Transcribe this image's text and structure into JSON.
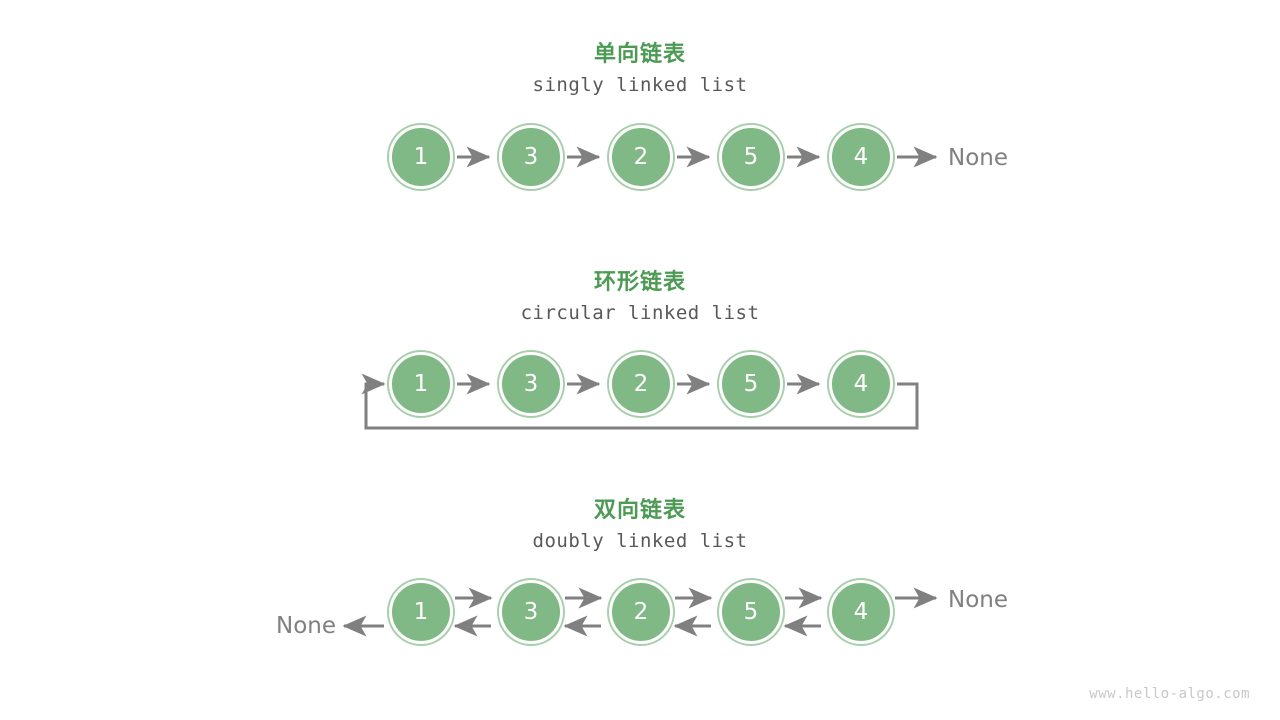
{
  "page": {
    "background": "#ffffff",
    "watermark": "www.hello-algo.com"
  },
  "colors": {
    "node_fill": "#80b886",
    "node_ring": "#a8cfab",
    "node_text": "#ffffff",
    "title_green": "#4c9a54",
    "subtitle_gray": "#595959",
    "arrow_gray": "#808080",
    "none_gray": "#808080",
    "watermark_gray": "#c8c8c8"
  },
  "sections": [
    {
      "id": "singly",
      "title_cn": "单向链表",
      "title_en": "singly linked list",
      "nodes": [
        "1",
        "3",
        "2",
        "5",
        "4"
      ],
      "tail_label": "None",
      "head_label": null,
      "arrows": "forward-only",
      "terminator_right": "None"
    },
    {
      "id": "circular",
      "title_cn": "环形链表",
      "title_en": "circular linked list",
      "nodes": [
        "1",
        "3",
        "2",
        "5",
        "4"
      ],
      "tail_label": null,
      "head_label": null,
      "arrows": "forward-with-loopback",
      "terminator_right": null
    },
    {
      "id": "doubly",
      "title_cn": "双向链表",
      "title_en": "doubly linked list",
      "nodes": [
        "1",
        "3",
        "2",
        "5",
        "4"
      ],
      "tail_label": "None",
      "head_label": "None",
      "arrows": "bidirectional",
      "terminator_right": "None",
      "terminator_left": "None"
    }
  ]
}
